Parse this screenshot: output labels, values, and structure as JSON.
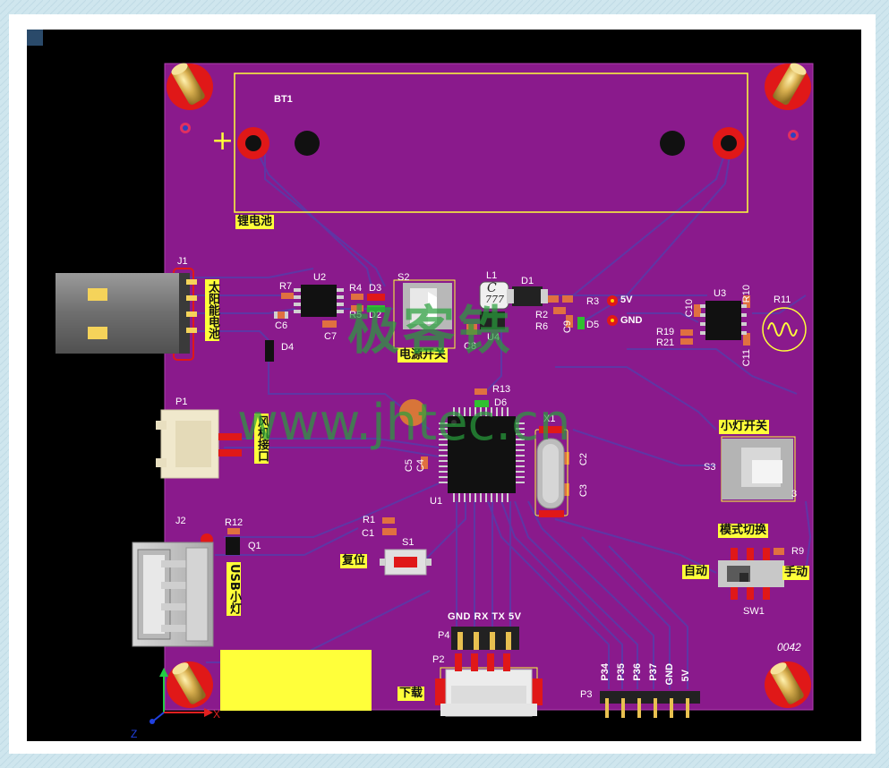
{
  "board": {
    "battery_designator": "BT1",
    "battery_plus": "+",
    "battery_label": "锂电池",
    "board_number": "0042"
  },
  "labels": {
    "solar": "太阳能电池",
    "power_switch": "电源开关",
    "fan": "风机接口",
    "usb_light": "USB小灯",
    "reset": "复位",
    "download": "下载",
    "light_switch": "小灯开关",
    "mode_switch": "模式切换",
    "auto": "自动",
    "manual": "手动"
  },
  "nets": {
    "v5": "5V",
    "gnd": "GND"
  },
  "p4_pins": "GND RX TX 5V",
  "p3_pins": [
    "P34",
    "P35",
    "P36",
    "P37",
    "GND",
    "5V"
  ],
  "designators": {
    "j1": "J1",
    "u2": "U2",
    "r7": "R7",
    "c6": "C6",
    "c7": "C7",
    "r4": "R4",
    "d3": "D3",
    "r5": "R5",
    "d2": "D2",
    "d4": "D4",
    "s2": "S2",
    "l1": "L1",
    "l1_mark": "777",
    "l1_c": "C",
    "d1": "D1",
    "r2": "R2",
    "r6": "R6",
    "r3": "R3",
    "c9": "C9",
    "d5": "D5",
    "c8": "C8",
    "u4": "U4",
    "u3": "U3",
    "r10": "R10",
    "c10": "C10",
    "r19": "R19",
    "r21": "R21",
    "c11": "C11",
    "r11": "R11",
    "p1": "P1",
    "r13": "R13",
    "d6": "D6",
    "x1": "X1",
    "c2": "C2",
    "c3": "C3",
    "c5": "C5",
    "c4": "C4",
    "u1": "U1",
    "s3": "S3",
    "s3_suffix": "3",
    "j2": "J2",
    "r12": "R12",
    "q1": "Q1",
    "r1": "R1",
    "c1": "C1",
    "s1": "S1",
    "r9": "R9",
    "sw1": "SW1",
    "p4": "P4",
    "p2": "P2",
    "p3": "P3"
  },
  "watermark": {
    "line1": "极客铁",
    "line2": "www.jhtec.cn"
  },
  "axes": {
    "x": "X",
    "z": "Z"
  },
  "colors": {
    "board": "#8a1a8c",
    "outline": "#ffff3a",
    "silk": "#ffffff",
    "pad_red": "#e01818",
    "background": "#000000"
  }
}
